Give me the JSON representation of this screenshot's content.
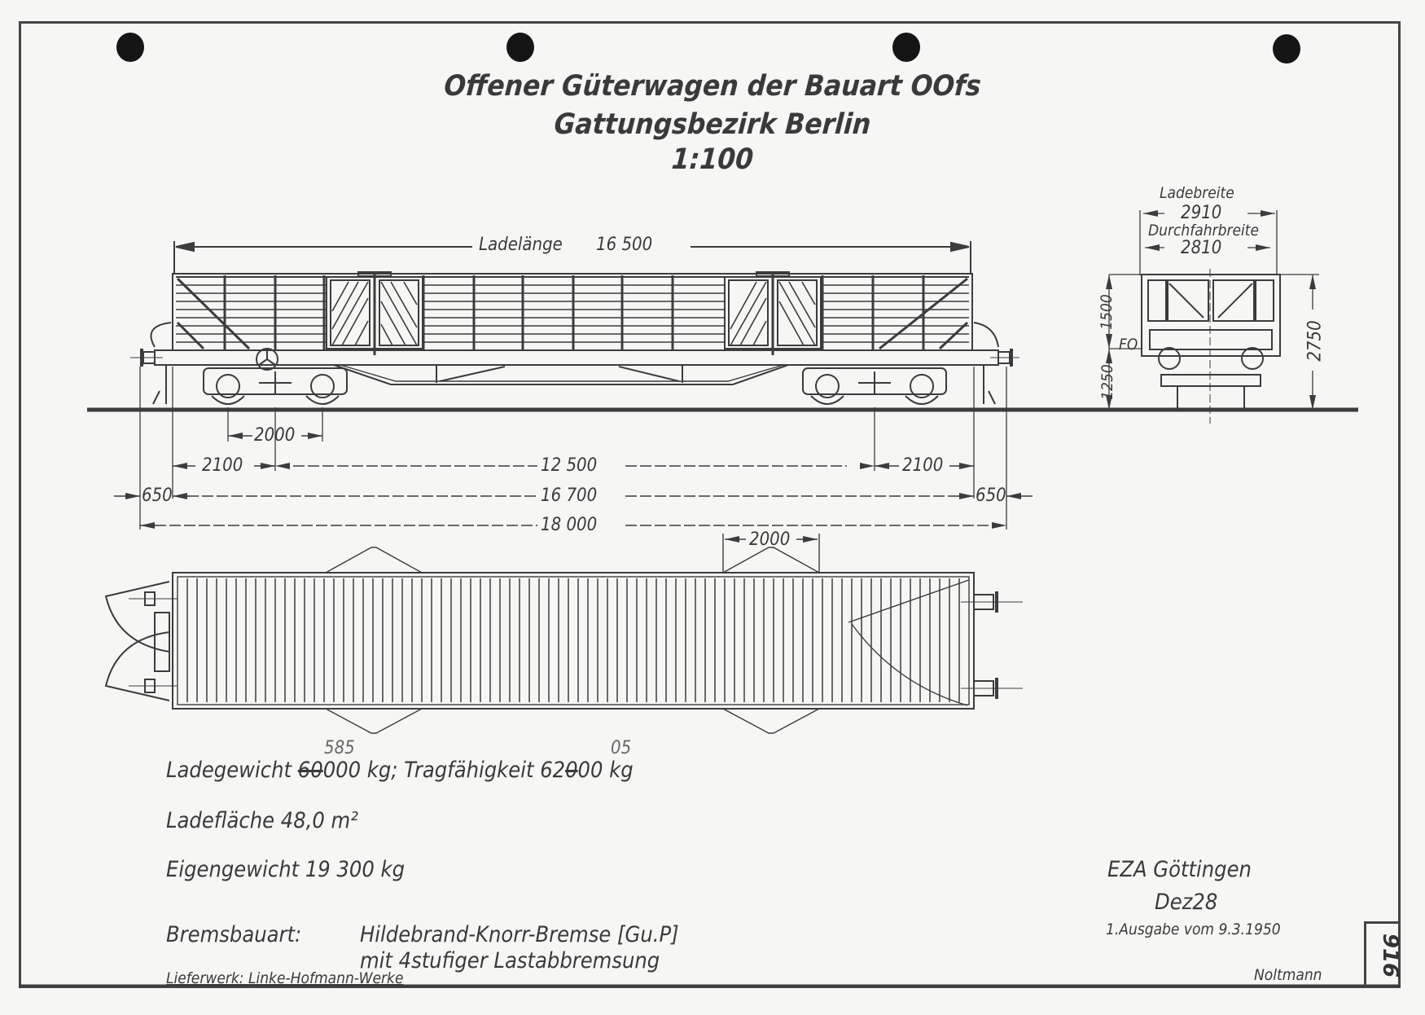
{
  "drawing": {
    "title_line1": "Offener Güterwagen der Bauart OOfs",
    "title_line2": "Gattungsbezirk Berlin",
    "scale": "1:100"
  },
  "side_view": {
    "load_length_label": "Ladelänge",
    "load_length_value": "16 500",
    "dimensions": {
      "bogie_wheelbase": "2000",
      "overhang_left": "2100",
      "bogie_centers": "12 500",
      "overhang_right": "2100",
      "buffer_left": "650",
      "length_over_headstocks": "16 700",
      "buffer_right": "650",
      "length_over_buffers": "18 000"
    }
  },
  "end_view": {
    "load_width_label": "Ladebreite",
    "load_width_value": "2910",
    "passage_width_label": "Durchfahrbreite",
    "passage_width_value": "2810",
    "side_height": "1500",
    "floor_height": "1250",
    "floor_marker": "FO",
    "total_height": "2750"
  },
  "plan_view": {
    "door_width": "2000"
  },
  "specs": {
    "load_weight_label": "Ladegewicht",
    "load_weight_struck": "60",
    "load_weight_value_rest": "000 kg;",
    "load_weight_correction": "585",
    "capacity_label": "Tragfähigkeit",
    "capacity_struck_prefix": "62",
    "capacity_struck": "0",
    "capacity_value_rest": "00 kg",
    "capacity_correction": "05",
    "floor_area_label": "Ladefläche",
    "floor_area_value": "48,0 m²",
    "tare_label": "Eigengewicht",
    "tare_value": "19 300 kg",
    "brake_label": "Bremsbauart:",
    "brake_value_line1": "Hildebrand-Knorr-Bremse [Gu.P]",
    "brake_value_line2": "mit 4stufiger Lastabbremsung",
    "manufacturer": "Lieferwerk: Linke-Hofmann-Werke"
  },
  "title_block": {
    "office": "EZA Göttingen",
    "department": "Dez28",
    "edition": "1.Ausgabe vom 9.3.1950",
    "drafter": "Noltmann",
    "sheet_number": "916"
  }
}
